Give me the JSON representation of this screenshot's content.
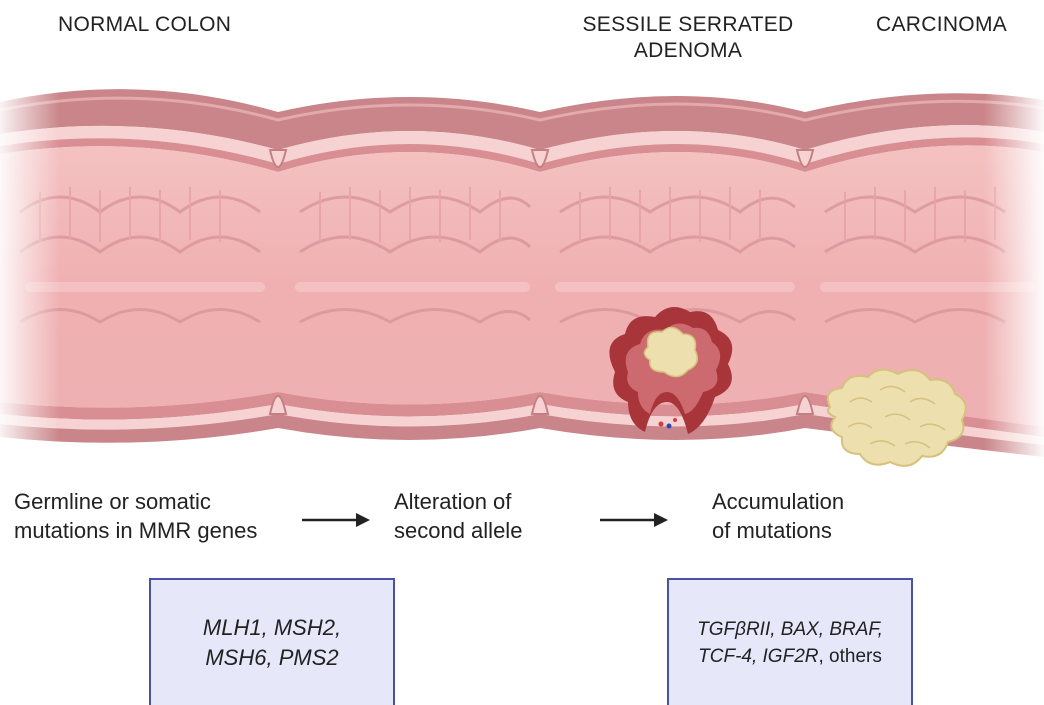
{
  "stage_labels": {
    "normal": "NORMAL COLON",
    "adenoma_line1": "SESSILE SERRATED",
    "adenoma_line2": "ADENOMA",
    "carcinoma": "CARCINOMA"
  },
  "steps": [
    {
      "line1": "Germline or somatic",
      "line2": "mutations in MMR genes"
    },
    {
      "line1": "Alteration of",
      "line2": "second allele"
    },
    {
      "line1": "Accumulation",
      "line2": "of mutations"
    }
  ],
  "gene_boxes": {
    "mmr": {
      "line1": "MLH1, MSH2,",
      "line2": "MSH6, PMS2"
    },
    "targets": {
      "line1": "TGFβRII, BAX, BRAF,",
      "line2_italic": "TCF-4, IGF2R",
      "line2_suffix": ", others"
    }
  },
  "colors": {
    "mucosa": "#f0b3b3",
    "fold_dark": "#d98e93",
    "wall_outer": "#c47f83",
    "adenoma_dark": "#a8353a",
    "tumor": "#eee0ae",
    "box_fill": "#e6e8fa",
    "box_border": "#4a52a6"
  }
}
